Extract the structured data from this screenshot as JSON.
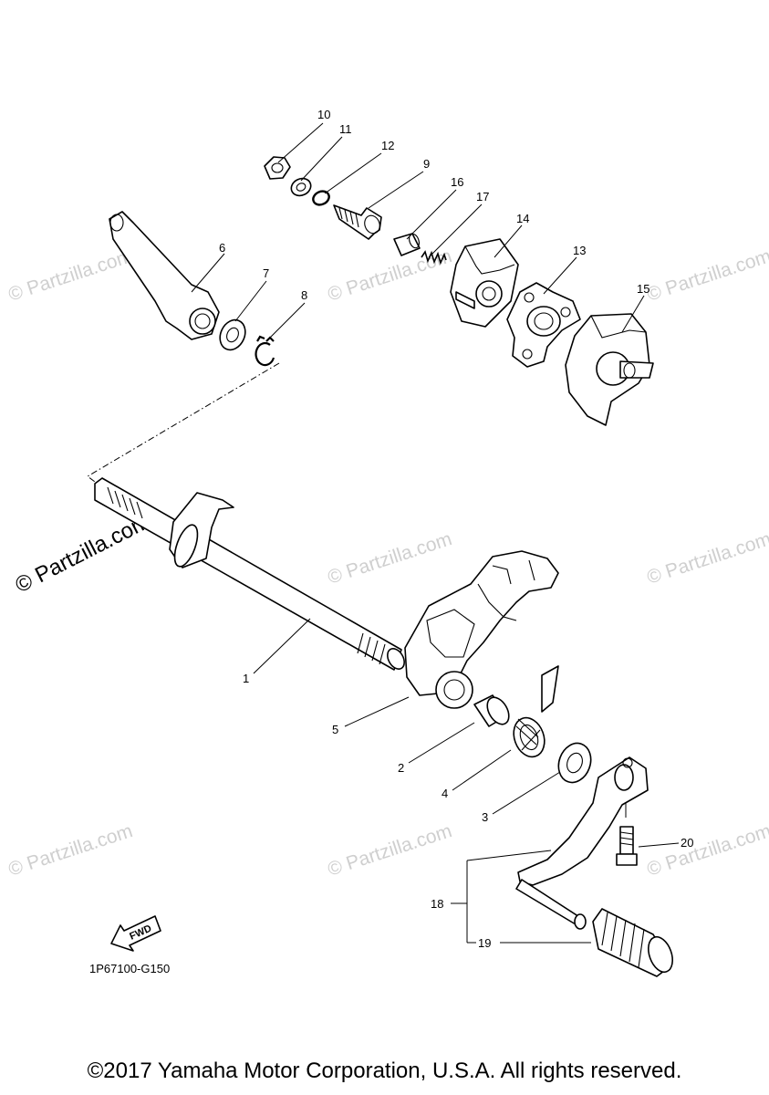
{
  "diagram": {
    "callouts": [
      "1",
      "2",
      "3",
      "4",
      "5",
      "6",
      "7",
      "8",
      "9",
      "10",
      "11",
      "12",
      "13",
      "14",
      "15",
      "16",
      "17",
      "18",
      "19",
      "20"
    ],
    "drawing_code": "1P67100-G150",
    "fwd_label": "FWD",
    "watermark": "© Partzilla.com",
    "watermark_main": "© Partzilla.com"
  },
  "footer": {
    "copyright": "©2017 Yamaha Motor Corporation, U.S.A. All rights reserved."
  }
}
